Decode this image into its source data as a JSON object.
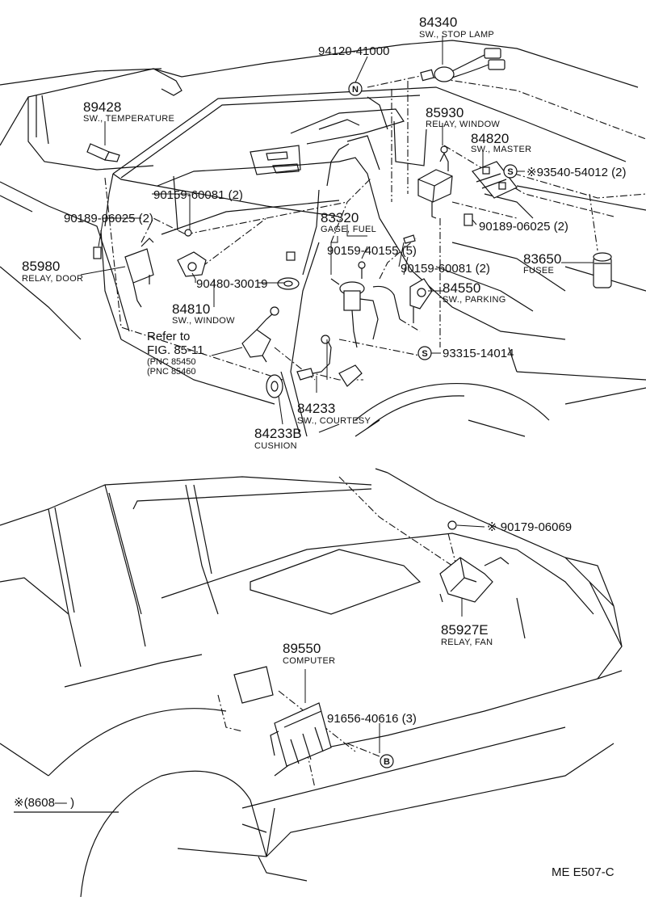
{
  "parts": {
    "p84340": {
      "number": "84340",
      "desc": "SW., STOP LAMP"
    },
    "p94120": {
      "number": "94120-41000"
    },
    "p89428": {
      "number": "89428",
      "desc": "SW., TEMPERATURE"
    },
    "p85930": {
      "number": "85930",
      "desc": "RELAY, WINDOW"
    },
    "p84820": {
      "number": "84820",
      "desc": "SW., MASTER"
    },
    "p93540": {
      "number": "※93540-54012 (2)"
    },
    "p90159a": {
      "number": "90159-60081 (2)"
    },
    "p90189a": {
      "number": "90189-06025 (2)"
    },
    "p90189b": {
      "number": "90189-06025 (2)"
    },
    "p83320": {
      "number": "83320",
      "desc": "GAGE, FUEL"
    },
    "p90159b": {
      "number": "90159-40155 (5)"
    },
    "p90159c": {
      "number": "90159-60081 (2)"
    },
    "p83650": {
      "number": "83650",
      "desc": "FUSEE"
    },
    "p85980": {
      "number": "85980",
      "desc": "RELAY, DOOR"
    },
    "p90480": {
      "number": "90480-30019"
    },
    "p84550": {
      "number": "84550",
      "desc": "SW., PARKING"
    },
    "p84810": {
      "number": "84810",
      "desc": "SW., WINDOW"
    },
    "p93315": {
      "number": "93315-14014"
    },
    "p84233": {
      "number": "84233",
      "desc": "SW., COURTESY"
    },
    "p84233B": {
      "number": "84233B",
      "desc": "CUSHION"
    },
    "p90179": {
      "number": "※ 90179-06069"
    },
    "p85927E": {
      "number": "85927E",
      "desc": "RELAY, FAN"
    },
    "p89550": {
      "number": "89550",
      "desc": "COMPUTER"
    },
    "p91656": {
      "number": "91656-40616 (3)"
    }
  },
  "reference": {
    "line1": "Refer to",
    "line2": "FIG. 85-11",
    "line3": "(PNC 85450",
    "line4": "(PNC 85460"
  },
  "markers": {
    "n": "N",
    "s": "S",
    "b": "B"
  },
  "footnote": "※(8608—      )",
  "drawing_code": "ME  E507-C"
}
